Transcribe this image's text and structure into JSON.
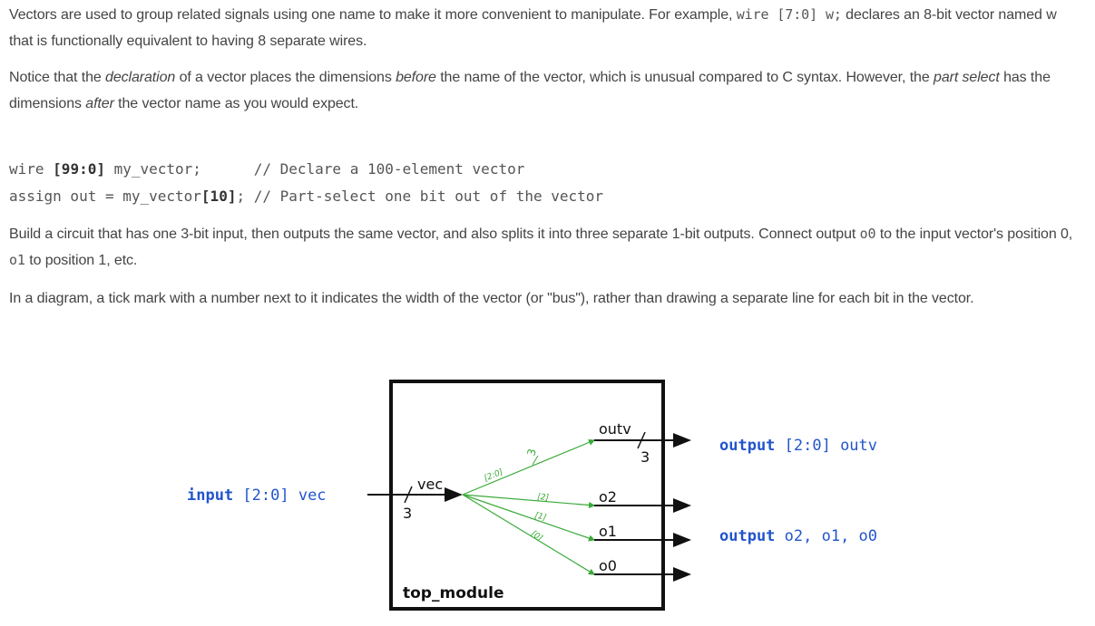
{
  "para1": {
    "a": "Vectors are used to group related signals using one name to make it more convenient to manipulate. For example, ",
    "code": "wire [7:0] w;",
    "b": " declares an 8-bit vector named ",
    "code2": "w",
    "c": " that is functionally equivalent to having 8 separate wires."
  },
  "para2": {
    "a": "Notice that the ",
    "em1": "declaration",
    "b": " of a vector places the dimensions ",
    "em2": "before",
    "c": " the name of the vector, which is unusual compared to C syntax. However, the ",
    "em3": "part select",
    "d": " has the dimensions ",
    "em4": "after",
    "e": " the vector name as you would expect."
  },
  "code": {
    "line1_a": "wire ",
    "line1_b": "[99:0]",
    "line1_c": " my_vector;      // Declare a 100-element vector",
    "line2_a": "assign out = my_vector",
    "line2_b": "[10]",
    "line2_c": "; // Part-select one bit out of the vector"
  },
  "para3": {
    "a": "Build a circuit that has one 3-bit input, then outputs the same vector, and also splits it into three separate 1-bit outputs. Connect output ",
    "code1": "o0",
    "b": " to the input vector's position 0, ",
    "code2": "o1",
    "c": " to position 1, etc."
  },
  "para4": {
    "text": "In a diagram, a tick mark with a number next to it indicates the width of the vector (or \"bus\"), rather than drawing a separate line for each bit in the vector."
  },
  "diagram": {
    "input_kw": "input",
    "input_rest": " [2:0] vec",
    "output1_kw": "output",
    "output1_rest": " [2:0] outv",
    "output2_kw": "output",
    "output2_rest": " o2, o1, o0",
    "vec": "vec",
    "outv": "outv",
    "o2": "o2",
    "o1": "o1",
    "o0": "o0",
    "module": "top_module",
    "width_in": "3",
    "width_out": "3",
    "width_inner": "3",
    "slice_all": "[2:0]",
    "slice2": "[2]",
    "slice1": "[1]",
    "slice0": "[0]",
    "colors": {
      "keyword": "#2255cc",
      "wire": "#3aaa3a",
      "line": "#111111"
    }
  }
}
